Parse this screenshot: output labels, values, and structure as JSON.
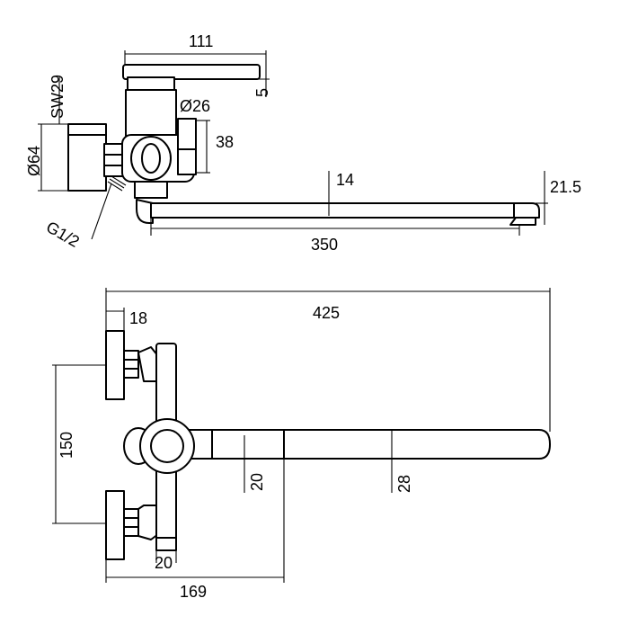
{
  "dimensions": {
    "top_width": "111",
    "lever_thickness": "5",
    "wrench_size": "SW29",
    "cartridge_diameter": "Ø26",
    "escutcheon_diameter": "Ø64",
    "handle_height": "38",
    "spout_thickness": "14",
    "spout_tip_height": "21.5",
    "thread": "G1/2",
    "spout_reach": "350",
    "total_length": "425",
    "flange_depth": "18",
    "center_distance": "150",
    "body_width": "20",
    "spout_width": "28",
    "connector_width": "20",
    "body_depth": "169"
  }
}
